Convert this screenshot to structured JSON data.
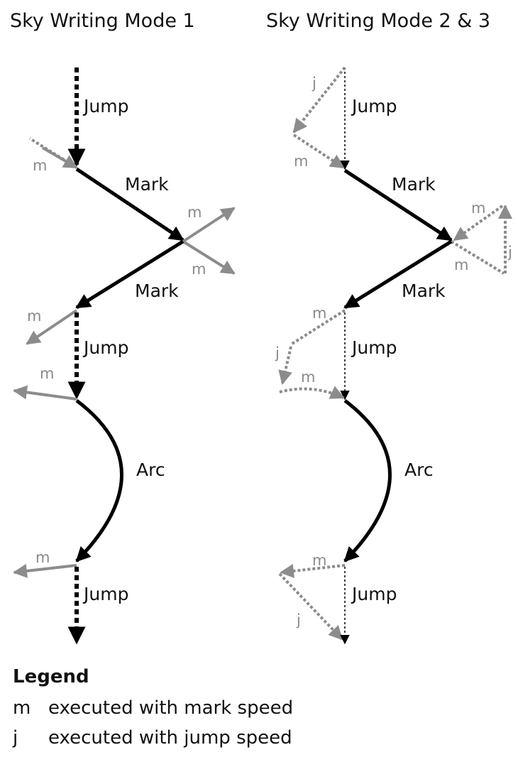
{
  "titles": {
    "left": "Sky Writing Mode 1",
    "right": "Sky Writing Mode 2 & 3"
  },
  "segments": {
    "jump": "Jump",
    "mark": "Mark",
    "arc": "Arc"
  },
  "gray_labels": {
    "m": "m",
    "j": "j"
  },
  "legend": {
    "title": "Legend",
    "items": [
      {
        "key": "m",
        "text": "executed with mark speed"
      },
      {
        "key": "j",
        "text": "executed with jump speed"
      }
    ]
  },
  "colors": {
    "black": "#000000",
    "gray": "#8c8c8c"
  }
}
